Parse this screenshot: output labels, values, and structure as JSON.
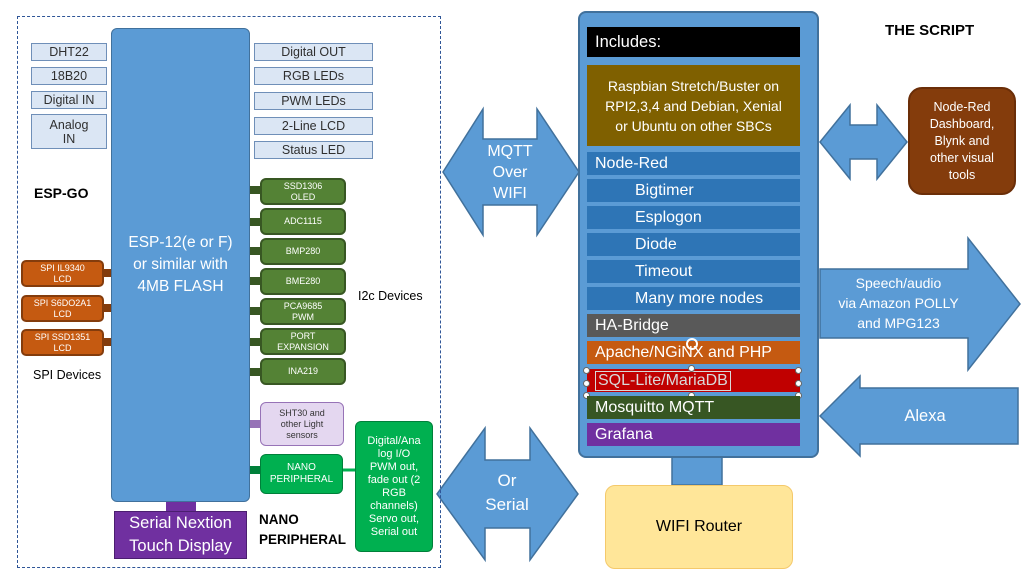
{
  "esp_go": {
    "label": "ESP-GO",
    "inputs": [
      "DHT22",
      "18B20",
      "Digital IN",
      "Analog\nIN"
    ],
    "outputs": [
      "Digital OUT",
      "RGB LEDs",
      "PWM LEDs",
      "2-Line LCD",
      "Status LED"
    ],
    "core": "ESP-12(e or F)\nor similar with\n4MB FLASH",
    "i2c_devices": [
      "SSD1306\nOLED",
      "ADC1115",
      "BMP280",
      "BME280",
      "PCA9685\nPWM",
      "PORT\nEXPANSION",
      "INA219"
    ],
    "i2c_label": "I2c Devices",
    "spi_devices": [
      "SPI IL9340\nLCD",
      "SPI S6DO2A1\nLCD",
      "SPI SSD1351\nLCD"
    ],
    "spi_label": "SPI Devices",
    "sht_sensor": "SHT30 and\nother Light\nsensors",
    "nano_box": "NANO\nPERIPHERAL",
    "nano_features": "Digital/Ana\nlog I/O\nPWM out,\nfade out (2\nRGB\nchannels)\nServo out,\nSerial out",
    "nextion": "Serial Nextion\nTouch Display",
    "nano_label": "NANO\nPERIPHERAL"
  },
  "links": {
    "mqtt": "MQTT\nOver\nWIFI",
    "serial": "Or\nSerial",
    "speech": "Speech/audio\nvia Amazon POLLY\nand MPG123",
    "alexa": "Alexa"
  },
  "script": {
    "title": "THE SCRIPT",
    "includes": "Includes:",
    "os": "Raspbian Stretch/Buster on\nRPI2,3,4 and Debian, Xenial\nor Ubuntu on other SBCs",
    "node_red": "Node-Red",
    "nodes": [
      "Bigtimer",
      "Esplogon",
      "Diode",
      "Timeout",
      "Many more nodes"
    ],
    "ha_bridge": "HA-Bridge",
    "apache": "Apache/NGiNX and PHP",
    "sql": "SQL-Lite/MariaDB",
    "mosquitto": "Mosquitto MQTT",
    "grafana": "Grafana"
  },
  "router": "WIFI Router",
  "tools": "Node-Red\nDashboard,\nBlynk and\nother visual\ntools",
  "colors": {
    "esp_blue": "#5b9bd5",
    "bar_blue": "#2e75b6",
    "i2c_green": "#548235",
    "spi_orange": "#c55a11",
    "nano_green": "#00b050",
    "nextion_purple": "#7030a0",
    "sql_red": "#c00000",
    "grafana_purple": "#7030a0",
    "mosquitto_green": "#375623",
    "apache_orange": "#c55a11",
    "ha_gray": "#595959",
    "os_olive": "#7f6000",
    "router_yellow": "#ffe699",
    "tools_brown": "#843c0c"
  }
}
